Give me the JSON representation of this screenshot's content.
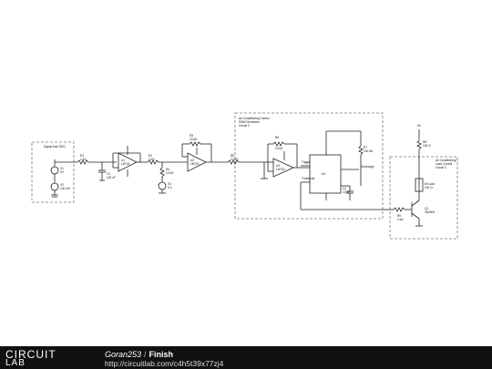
{
  "footer": {
    "logo_top": "CIRCUIT",
    "logo_bottom": "LAB",
    "author": "Goran253",
    "separator": "/",
    "title": "Finish",
    "url": "http://circuitlab.com/c4h5t39x77zj4"
  },
  "blocks": {
    "signal_box_label": "Signal from EEG",
    "pwm_box_label": "Air Conditioning Control",
    "pwm_box_sub1": "PWM Generator",
    "pwm_box_sub2": "Circuit 2",
    "load_box_label": "Air Conditioning",
    "load_box_sub1": "Load Control",
    "load_box_sub2": "Circuit 3"
  },
  "components": {
    "v1": "V1",
    "v1_val": "0V",
    "v2": "V2",
    "v2_val": "100 mV",
    "r1": "R1",
    "r1_val": "1 kΩ",
    "c1": "C1",
    "c1_val": "100 nF",
    "u1": "U1",
    "u1_val": "LM741",
    "r2": "R2",
    "r2_val": "1 kΩ",
    "r3": "R3",
    "r3_val": "10 kΩ",
    "u2": "U2",
    "u2_val": "LM741",
    "r4": "R4",
    "r4_val": "10 kΩ",
    "v3": "V3",
    "v3_val": "5 V",
    "r5": "R5",
    "r5_val": "10 kΩ",
    "u3": "U3",
    "u3_val": "LM741",
    "r6": "R6",
    "r6_val": "10 kΩ",
    "trigger": "Trigger",
    "thresh": "Threshold",
    "disch": "Discharge",
    "u4": "U4",
    "r7": "R7",
    "r7_val": "100 kΩ",
    "c2": "C2",
    "c2_val": "10 nF",
    "vplus": "5V",
    "r8": "R8",
    "r8_val": "100 Ω",
    "load": "M Load",
    "load_val": "100 Ω",
    "r9": "R9",
    "r9_val": "1 kΩ",
    "q1": "Q1",
    "q1_val": "2N3904"
  }
}
